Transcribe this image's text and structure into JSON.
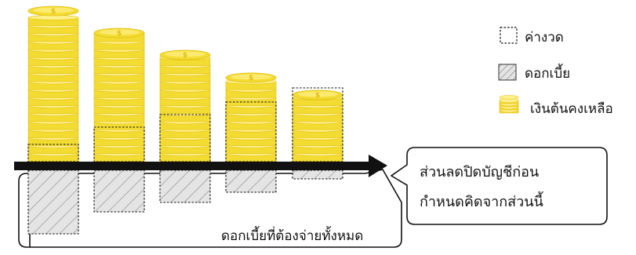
{
  "legend": {
    "installment": "ค่างวด",
    "interest": "ดอกเบี้ย",
    "principal": "เงินต้นคงเหลือ"
  },
  "callout": {
    "line1": "ส่วนลดปิดบัญชีก่อน",
    "line2": "กำหนดคิดจากส่วนนี้"
  },
  "bottom_label": "ดอกเบี้ยที่ต้องจ่ายทั้งหมด",
  "colors": {
    "coin": "#F3DC32",
    "coin_dark": "#E2BD12",
    "coin_light": "#FFF08A",
    "arrow": "#111111",
    "hatch": "#9c9c9c",
    "hatch_bg": "#e6e6e6"
  }
}
